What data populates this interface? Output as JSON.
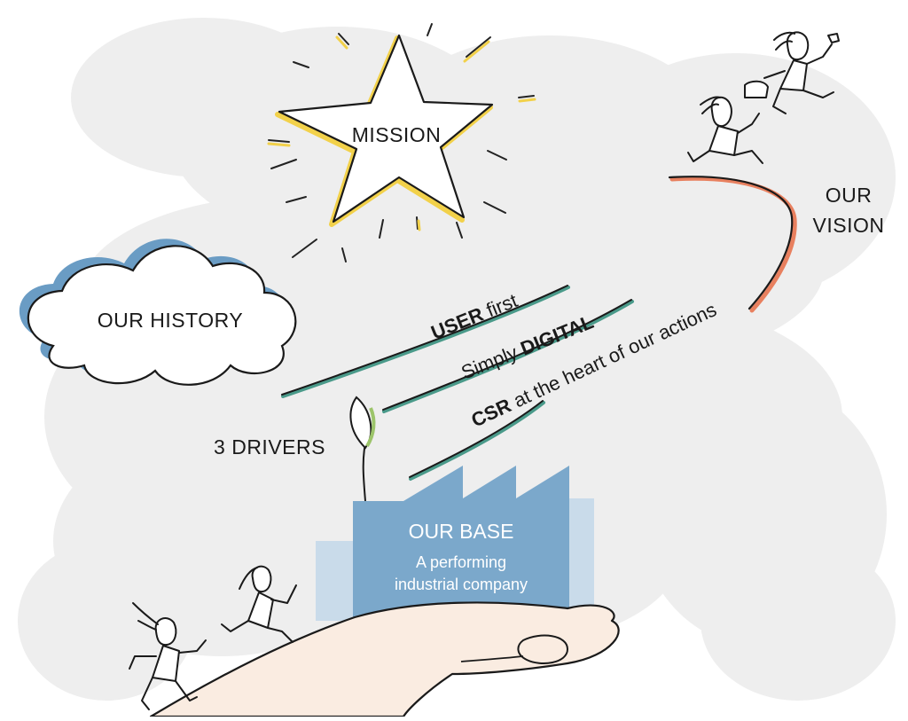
{
  "mission": {
    "label": "MISSION",
    "highlight_color": "#f2d14a"
  },
  "vision": {
    "line1": "OUR",
    "line2": "VISION",
    "accent_color": "#e8805f"
  },
  "history": {
    "label": "OUR HISTORY",
    "shadow_color": "#6a9cc4"
  },
  "drivers": {
    "label": "3 DRIVERS",
    "items": [
      {
        "bold": "USER",
        "rest": " first"
      },
      {
        "pre": "Simply ",
        "bold": "DIGITAL"
      },
      {
        "bold": "CSR",
        "rest": " at the heart of our actions"
      }
    ]
  },
  "base": {
    "title": "OUR BASE",
    "subtitle_line1": "A performing",
    "subtitle_line2": "industrial company",
    "color": "#7ba8cb",
    "back_color": "#c9dbea"
  },
  "hand_color": "#faece1",
  "cloud_bg_color": "#eeeeee",
  "sprout_color": "#9cc46a"
}
